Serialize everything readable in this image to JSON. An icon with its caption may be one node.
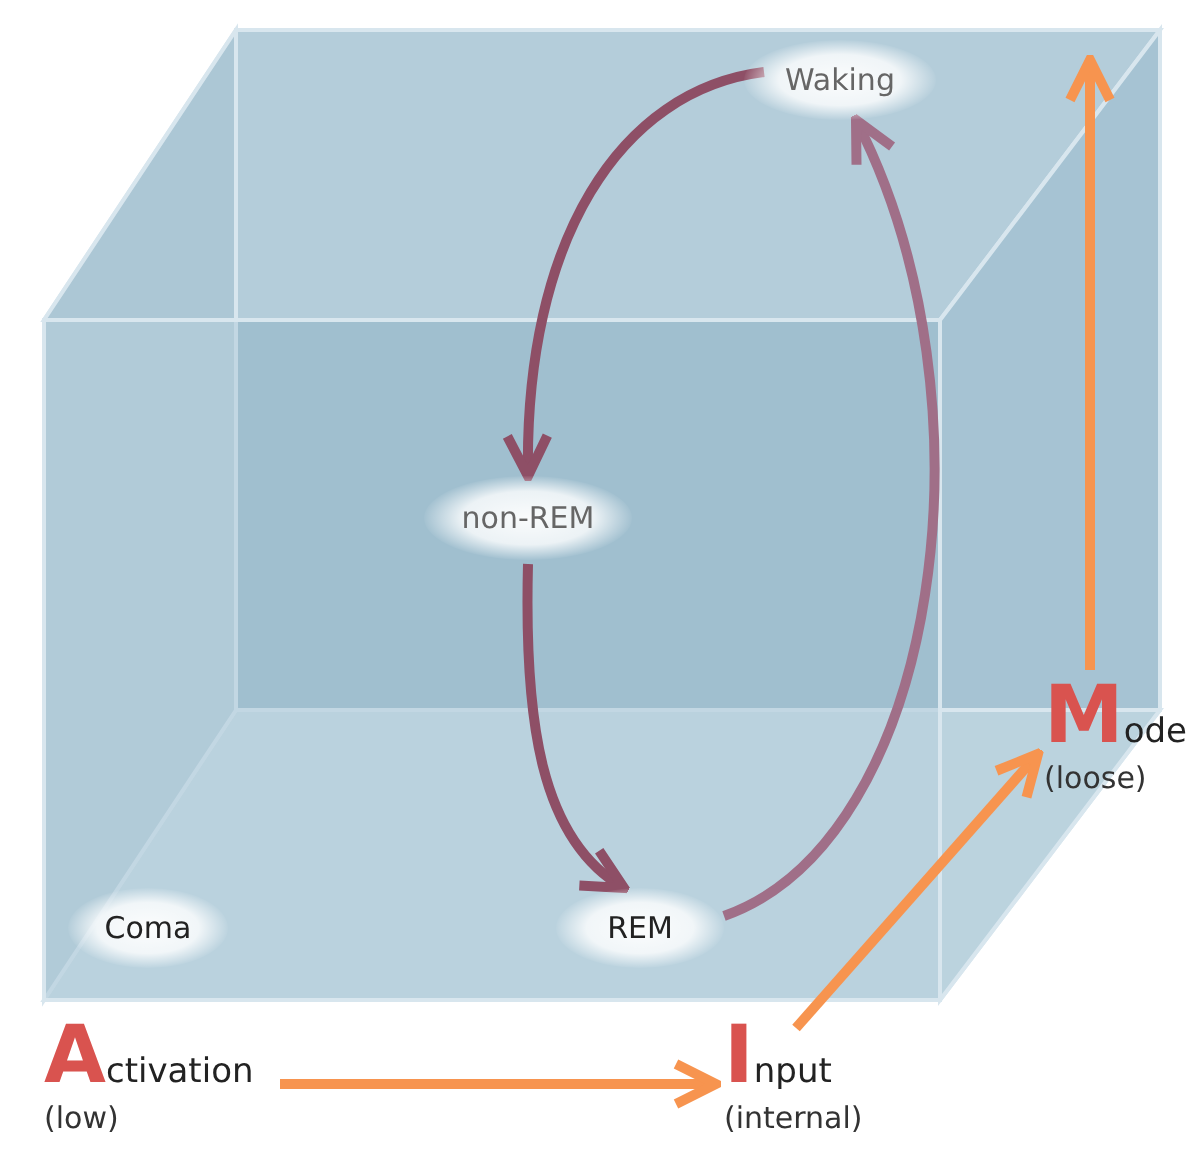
{
  "diagram": {
    "nodes": [
      {
        "text": [
          "Waking"
        ]
      },
      {
        "text": [
          "non-REM"
        ]
      },
      {
        "text": [
          "REM"
        ]
      },
      {
        "text": [
          "Coma"
        ]
      },
      {
        "text": [
          "Activation",
          "(low)"
        ]
      },
      {
        "text": [
          "Input",
          "(internal)"
        ]
      },
      {
        "text": [
          "Mode",
          "(loose)"
        ]
      }
    ],
    "edges": [
      {
        "from": 0,
        "to": 1,
        "arrow": "to",
        "color": "#8e4f66"
      },
      {
        "from": 1,
        "to": 2,
        "arrow": "to",
        "color": "#8e4f66"
      },
      {
        "from": 2,
        "to": 0,
        "arrow": "to",
        "color": "#a06f88"
      },
      {
        "from": 4,
        "to": 5,
        "arrow": "to",
        "color": "#f7944f"
      },
      {
        "from": 5,
        "to": 6,
        "arrow": "to",
        "color": "#f7944f"
      },
      {
        "from": 6,
        "to": null,
        "arrow": "to",
        "color": "#f7944f"
      }
    ]
  }
}
